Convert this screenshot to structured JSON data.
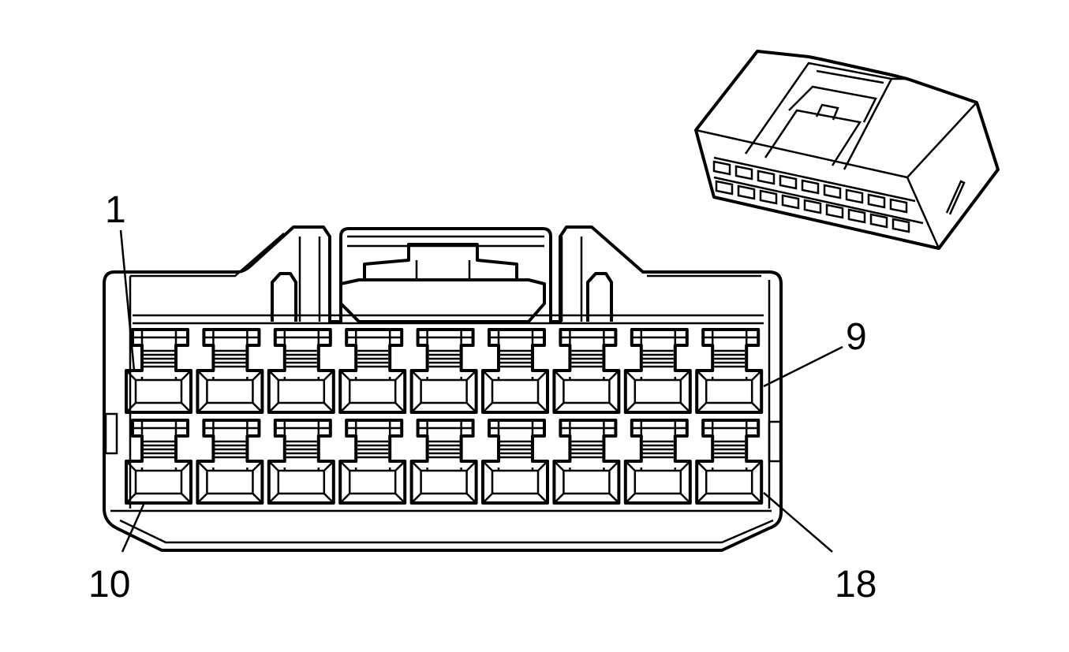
{
  "diagram": {
    "type": "connector-face-view",
    "cavity_count": 18,
    "rows": 2,
    "columns": 9,
    "pin_labels": {
      "top_left": "1",
      "top_right": "9",
      "bottom_left": "10",
      "bottom_right": "18"
    },
    "line_color": "#000000",
    "background": "#ffffff"
  }
}
